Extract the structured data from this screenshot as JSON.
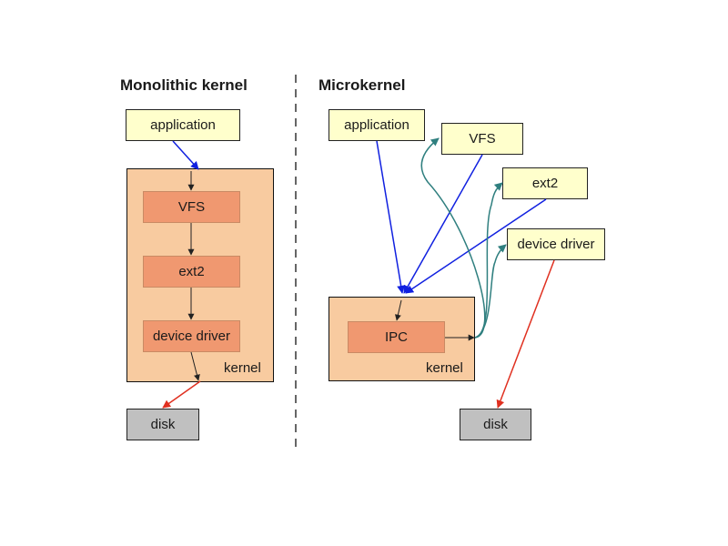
{
  "monolithic": {
    "title": "Monolithic kernel",
    "application": "application",
    "vfs": "VFS",
    "ext2": "ext2",
    "device_driver": "device driver",
    "kernel": "kernel",
    "disk": "disk"
  },
  "micro": {
    "title": "Microkernel",
    "application": "application",
    "vfs": "VFS",
    "ext2": "ext2",
    "device_driver": "device driver",
    "ipc": "IPC",
    "kernel": "kernel",
    "disk": "disk"
  },
  "colors": {
    "app_call": "#1020e0",
    "disk_io": "#e03020",
    "ipc_dispatch": "#2f7f7f",
    "internal": "#222222",
    "user_box": "#ffffcc",
    "kernel_box": "#f8cba0",
    "module_box": "#f09870",
    "disk_box": "#c0c0c0"
  }
}
